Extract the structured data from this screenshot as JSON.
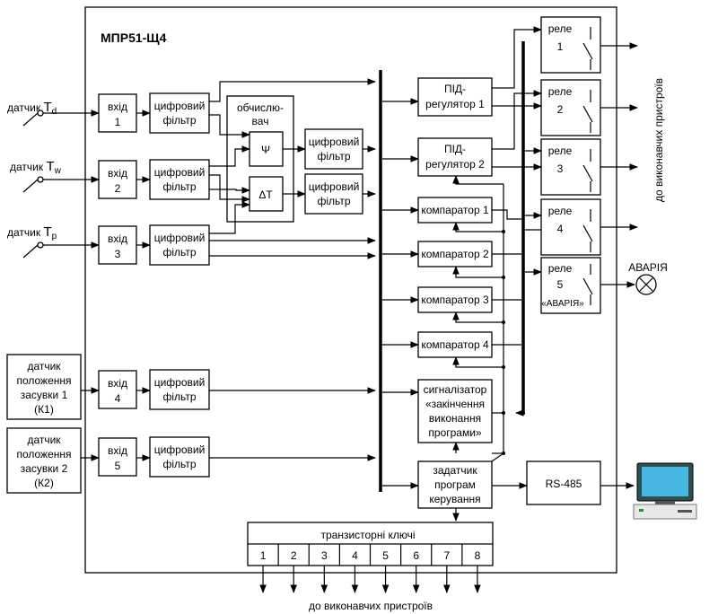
{
  "title": "МПР51-Щ4",
  "sensors": [
    {
      "text": "датчик ",
      "sym": "T",
      "sub": "d"
    },
    {
      "text": "датчик ",
      "sym": "T",
      "sub": "w"
    },
    {
      "text": "датчик ",
      "sym": "T",
      "sub": "p"
    }
  ],
  "position_sensors": [
    {
      "lines": [
        "датчик",
        "положення",
        "засувки 1",
        "(К1)"
      ]
    },
    {
      "lines": [
        "датчик",
        "положення",
        "засувки 2",
        "(К2)"
      ]
    }
  ],
  "inputs": [
    [
      "вхід",
      "1"
    ],
    [
      "вхід",
      "2"
    ],
    [
      "вхід",
      "3"
    ],
    [
      "вхід",
      "4"
    ],
    [
      "вхід",
      "5"
    ]
  ],
  "digital_filter": [
    "цифровий",
    "фільтр"
  ],
  "calculator": [
    "обчислю-",
    "вач"
  ],
  "psi": "Ψ",
  "delta_t": "ΔT",
  "pid": [
    [
      "ПІД-",
      "регулятор 1"
    ],
    [
      "ПІД-",
      "регулятор 2"
    ]
  ],
  "comparators": [
    "компаратор 1",
    "компаратор 2",
    "компаратор 3",
    "компаратор 4"
  ],
  "signaler": [
    "сигналізатор",
    "«закінчення",
    "виконання",
    "програми»"
  ],
  "program_setter": [
    "задатчик",
    "програм",
    "керування"
  ],
  "relays": [
    [
      "реле",
      "1"
    ],
    [
      "реле",
      "2"
    ],
    [
      "реле",
      "3"
    ],
    [
      "реле",
      "4"
    ],
    [
      "реле",
      "5",
      "«АВАРІЯ»"
    ]
  ],
  "rs485": "RS-485",
  "alarm": "АВАРІЯ",
  "to_devices_right": "до виконавчих пристроїв",
  "to_devices_bottom": "до виконавчих пристроїв",
  "transistor_keys": {
    "label": "транзисторні ключі",
    "numbers": [
      "1",
      "2",
      "3",
      "4",
      "5",
      "6",
      "7",
      "8"
    ]
  }
}
